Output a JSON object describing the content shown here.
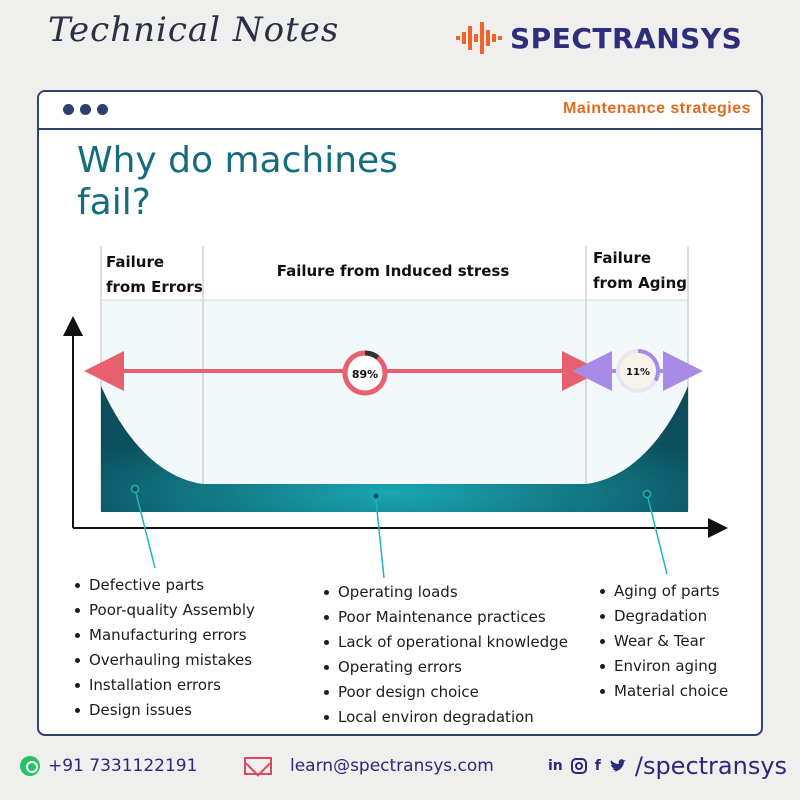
{
  "header": {
    "script_title": "Technical Notes",
    "brand_name": "SPECTRANSYS",
    "brand_color": "#2f2e7a",
    "brand_accent": "#f2632a"
  },
  "card": {
    "tag": "Maintenance strategies",
    "title": "Why do machines fail?"
  },
  "chart_data": {
    "type": "area",
    "title": "",
    "xlabel": "",
    "ylabel": "",
    "phases": [
      {
        "name": "Failure from Errors",
        "label_lines": [
          "Failure",
          "from Errors"
        ]
      },
      {
        "name": "Failure from Induced stress",
        "label_lines": [
          "Failure from Induced stress"
        ],
        "share": "89%",
        "share_value": 89,
        "color": "#e8606e"
      },
      {
        "name": "Failure from Aging",
        "label_lines": [
          "Failure",
          "from Aging"
        ],
        "share": "11%",
        "share_value": 11,
        "color": "#a78be6"
      }
    ],
    "curve_color": "#0f6f7a"
  },
  "causes": {
    "errors": [
      "Defective parts",
      "Poor-quality Assembly",
      "Manufacturing errors",
      "Overhauling mistakes",
      "Installation errors",
      "Design issues"
    ],
    "induced_stress": [
      "Operating loads",
      "Poor Maintenance practices",
      "Lack of operational knowledge",
      "Operating errors",
      "Poor design choice",
      "Local environ degradation"
    ],
    "aging": [
      "Aging of parts",
      "Degradation",
      "Wear & Tear",
      "Environ aging",
      "Material choice"
    ]
  },
  "footer": {
    "phone": "+91 7331122191",
    "email": "learn@spectransys.com",
    "social_icons": [
      "linkedin-icon",
      "instagram-icon",
      "facebook-icon",
      "twitter-icon"
    ],
    "linkedin_text": "in",
    "facebook_text": "f",
    "handle": "/spectransys"
  }
}
